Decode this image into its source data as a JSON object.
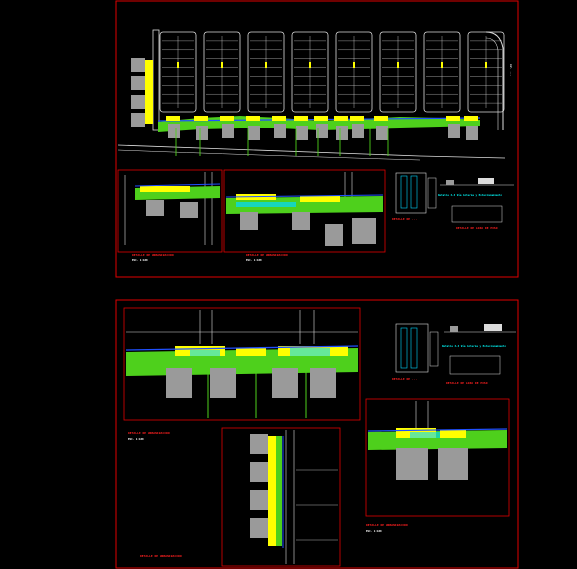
{
  "colors": {
    "background": "#000000",
    "frame": "#e00000",
    "block": "#dcdcdc",
    "building": "#9a9a9a",
    "green": "#4ed01c",
    "yellow": "#ffff00",
    "blue": "#2050ff",
    "cyan": "#00d8ff"
  },
  "sheet1": {
    "detail_left_title": "DETALLE DE URBANIZACION",
    "detail_mid_title": "DETALLE DE URBANIZACION",
    "scale_left": "ESC. 1:100",
    "scale_mid": "ESC. 1:100",
    "road_label": "AV. ...",
    "detail_right_a_title": "DETALLE DE ...",
    "detail_right_b_title": "Detalle 3-3 Vía interna y Estacionamiento",
    "detail_right_c_title": "DETALLE DE LOZA DE PISO"
  },
  "sheet2": {
    "detail_top_title": "DETALLE DE URBANIZACION",
    "scale_top": "ESC. 1:100",
    "detail_right_a_title": "DETALLE DE ...",
    "detail_right_b_title": "Detalle 3-3 Vía interna y Estacionamiento",
    "detail_right_c_title": "DETALLE DE LOZA DE PISO",
    "detail_bottom_left_title": "DETALLE DE URBANIZACION",
    "detail_bottom_right_title": "DETALLE DE URBANIZACION",
    "scale_bottom_right": "ESC. 1:100"
  }
}
